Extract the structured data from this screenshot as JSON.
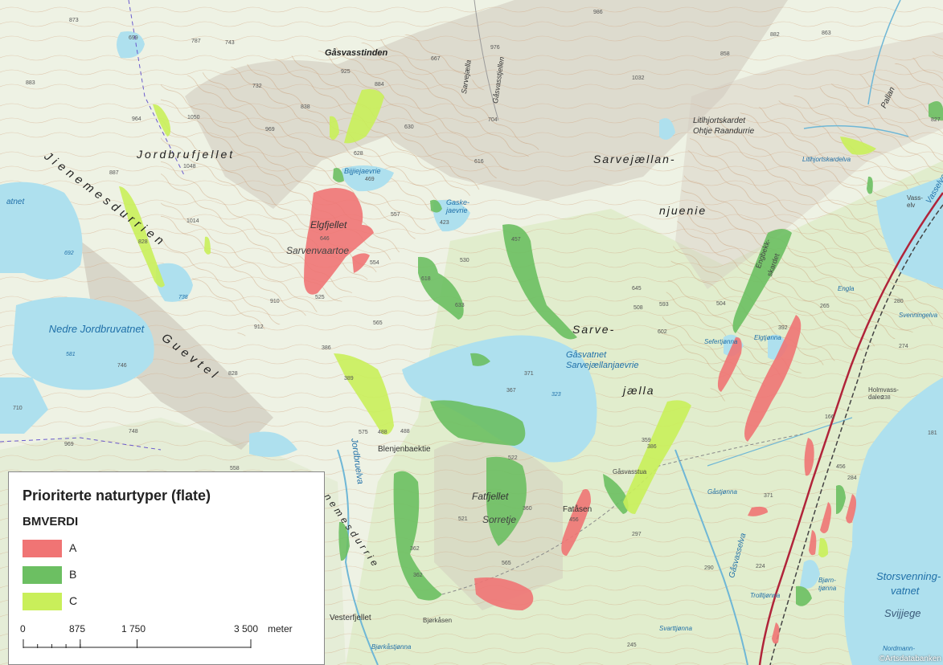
{
  "map": {
    "labels": {
      "gasvasstinden": "Gåsvasstinden",
      "jordbrufjellet": "Jordbrufjellet",
      "jienemesdurrien": "Jienemesdurrien",
      "guevtel": "Guevtel",
      "nedre_jordbruvatnet": "Nedre Jordbruvatnet",
      "bijjiejaevrie": "Bijjiejaevrie",
      "gaskejaevrie": "Gaske-jaevrie",
      "elgfjellet": "Elgfjellet",
      "sarvenvaartoe": "Sarvenvaartoe",
      "sarvejaellan": "Sarvejællan-",
      "njuenie": "njuenie",
      "sarve": "Sarve-",
      "jaella": "jælla",
      "gasvatnet": "Gåsvatnet",
      "sarvejaellanjaevrie": "Sarvejællanjaevrie",
      "blenjenbaektie": "Blenjenbaektie",
      "fatfjellet": "Fatfjellet",
      "sorretje": "Sorretje",
      "fatasen": "Fatåsen",
      "gasvasstua": "Gåsvasstua",
      "vesterfjellet": "Vesterfjellet",
      "bjorkasen": "Bjørkåsen",
      "bjorkastjonna": "Bjørkåstjønna",
      "jordbruelva": "Jordbruelva",
      "nemesdurrie": "nemesdurrie",
      "litlhjortskardet": "Litlhjortskardet",
      "ohtje_raandurrie": "Ohtje Raandurrie",
      "litlhjortskardelva": "Litlhjortskardelva",
      "engbekk": "Engbekk-",
      "skardet": "skardet",
      "storsvenningvatnet_1": "Storsvenning-",
      "storsvenningvatnet_2": "vatnet",
      "svijjege": "Svijjege",
      "holmvassdalen": "Holmvass-dalen",
      "gastjonna": "Gåstjønna",
      "svarttjonna": "Svarttjønna",
      "trolltjonna": "Trolltjønna",
      "gasvasselva": "Gåsvasselva",
      "vasselva": "Vasselva",
      "elgtjonna": "Elgtjønna",
      "sefertjonna": "Sefertjønna",
      "nordmann": "Nordmann-",
      "atnet": "atnet",
      "pallan": "Pallan",
      "gasvasstjellen": "Gåsvasstjellen",
      "sarvejaella_stream": "Sarvejælla",
      "engla": "Engla",
      "svenningelva": "Svenningelva",
      "bjorn": "Bjørn-",
      "tjonna": "tjønna",
      "vass_elv": "Vass-elv"
    },
    "elevations": [
      "699",
      "787",
      "743",
      "732",
      "976",
      "986",
      "858",
      "882",
      "863",
      "667",
      "704",
      "1032",
      "1050",
      "969",
      "838",
      "884",
      "925",
      "630",
      "616",
      "964",
      "1048",
      "887",
      "628",
      "469",
      "423",
      "557",
      "530",
      "618",
      "633",
      "646",
      "554",
      "525",
      "565",
      "508",
      "602",
      "371",
      "367",
      "323",
      "457",
      "645",
      "593",
      "504",
      "392",
      "265",
      "280",
      "274",
      "238",
      "166",
      "181",
      "456",
      "371",
      "386",
      "359",
      "297",
      "284",
      "224",
      "245",
      "290",
      "360",
      "522",
      "488",
      "521",
      "456",
      "362",
      "565",
      "488",
      "575",
      "710",
      "746",
      "969",
      "748",
      "386",
      "389",
      "558",
      "362",
      "828",
      "912",
      "581",
      "692",
      "738",
      "910",
      "1014",
      "828",
      "827",
      "873",
      "883"
    ],
    "credit": "©Artsdatabanken"
  },
  "legend": {
    "title": "Prioriterte naturtyper (flate)",
    "subtitle": "BMVERDI",
    "items": [
      {
        "label": "A",
        "color": "#f07474"
      },
      {
        "label": "B",
        "color": "#6cbf62"
      },
      {
        "label": "C",
        "color": "#c9ef5a"
      }
    ],
    "scale": {
      "ticks": [
        "0",
        "875",
        "1 750",
        "3 500"
      ],
      "unit": "meter"
    }
  },
  "colors": {
    "land": "#eef2e4",
    "terrain_dark": "#c9c3b6",
    "forest": "#dcebc6",
    "water": "#aee0ee",
    "water_text": "#1f6fa8",
    "contour": "#c79872",
    "road": "#b0243a",
    "class_a": "#f07474",
    "class_b": "#6cbf62",
    "class_c": "#c9ef5a"
  }
}
